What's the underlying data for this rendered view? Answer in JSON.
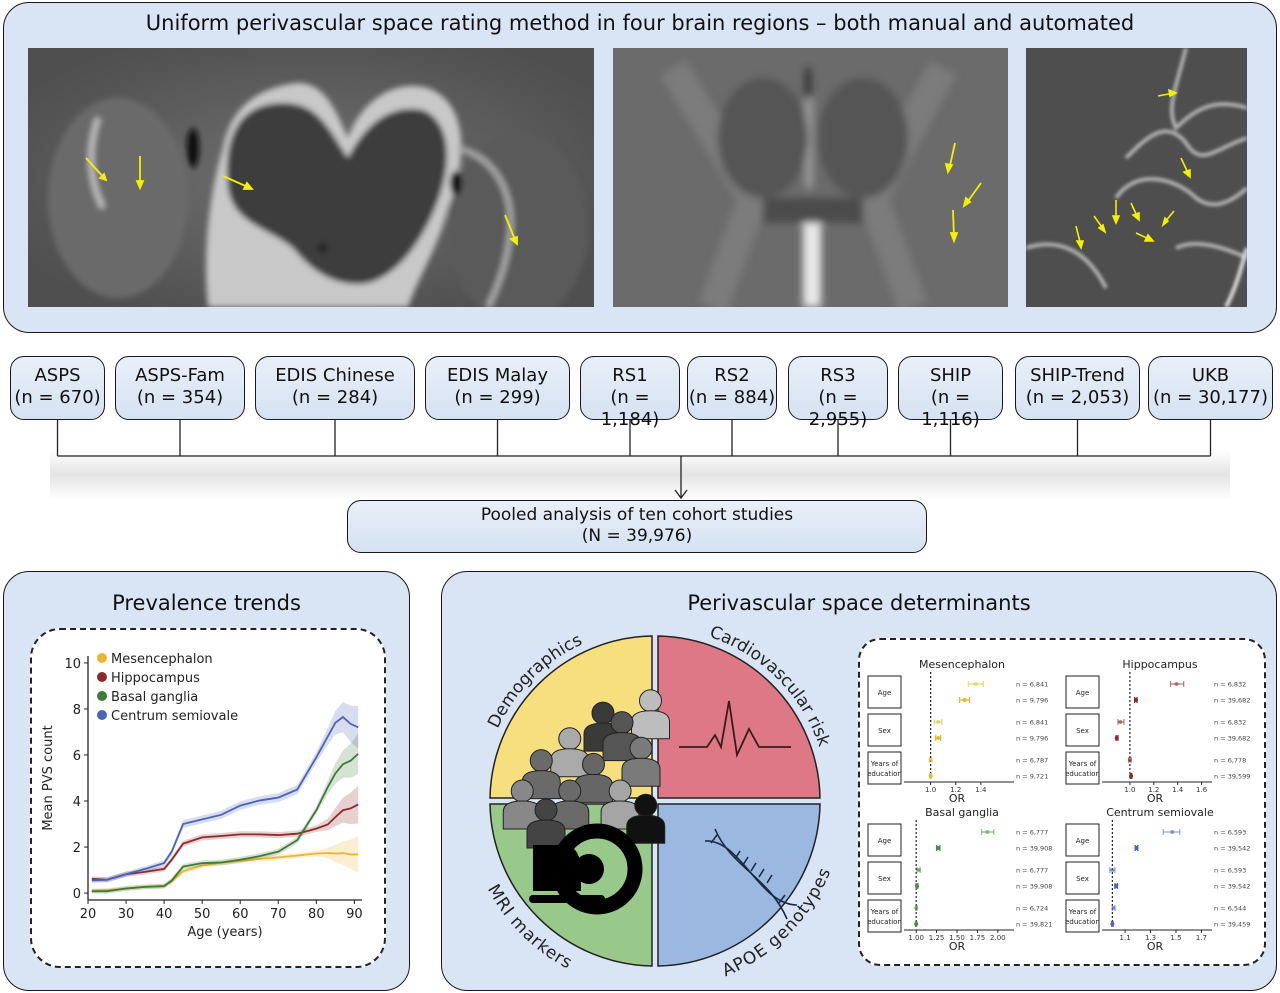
{
  "header": {
    "title": "Uniform perivascular space rating method in four brain regions – both manual and automated"
  },
  "mri_images": [
    {
      "name": "mesencephalon-hippocampus-scan",
      "arrow_count": 4
    },
    {
      "name": "basal-ganglia-scan",
      "arrow_count": 3
    },
    {
      "name": "centrum-semiovale-scan",
      "arrow_count": 8
    }
  ],
  "cohorts": [
    {
      "name": "ASPS",
      "n": "(n = 670)"
    },
    {
      "name": "ASPS-Fam",
      "n": "(n = 354)"
    },
    {
      "name": "EDIS Chinese",
      "n": "(n = 284)"
    },
    {
      "name": "EDIS Malay",
      "n": "(n = 299)"
    },
    {
      "name": "RS1",
      "n": "(n = 1,184)"
    },
    {
      "name": "RS2",
      "n": "(n = 884)"
    },
    {
      "name": "RS3",
      "n": "(n = 2,955)"
    },
    {
      "name": "SHIP",
      "n": "(n = 1,116)"
    },
    {
      "name": "SHIP-Trend",
      "n": "(n = 2,053)"
    },
    {
      "name": "UKB",
      "n": "(n = 30,177)"
    }
  ],
  "pooled": {
    "line1": "Pooled analysis of ten cohort studies",
    "line2": "(N = 39,976)"
  },
  "prevalence": {
    "title": "Prevalence trends"
  },
  "determinants": {
    "title": "Perivascular space determinants",
    "quadrants": [
      {
        "label": "Demographics",
        "color": "#f7df7e",
        "icon": "people-icon"
      },
      {
        "label": "Cardiovascular risk",
        "color": "#de7886",
        "icon": "heartbeat-icon"
      },
      {
        "label": "MRI markers",
        "color": "#99c98a",
        "icon": "mri-scanner-icon"
      },
      {
        "label": "APOE genotypes",
        "color": "#9ab8e0",
        "icon": "dna-icon"
      }
    ]
  },
  "chart_data": [
    {
      "type": "line",
      "title": "",
      "xlabel": "Age (years)",
      "ylabel": "Mean PVS count",
      "xlim": [
        20,
        92
      ],
      "ylim": [
        -0.3,
        10.3
      ],
      "xticks": [
        20,
        30,
        40,
        50,
        60,
        70,
        80,
        90
      ],
      "yticks": [
        0,
        2,
        4,
        6,
        8,
        10
      ],
      "legend_position": "top-left",
      "x": [
        21,
        25,
        30,
        35,
        40,
        42,
        45,
        50,
        55,
        60,
        65,
        70,
        75,
        80,
        83,
        85,
        87,
        89,
        91
      ],
      "series": [
        {
          "name": "Mesencephalon",
          "color": "#f0b52e",
          "values": [
            0.1,
            0.12,
            0.2,
            0.27,
            0.32,
            0.5,
            0.95,
            1.2,
            1.32,
            1.4,
            1.48,
            1.55,
            1.63,
            1.72,
            1.74,
            1.72,
            1.74,
            1.68,
            1.68
          ]
        },
        {
          "name": "Hippocampus",
          "color": "#8b2a2a",
          "values": [
            0.62,
            0.58,
            0.82,
            0.92,
            1.05,
            1.45,
            2.15,
            2.42,
            2.48,
            2.55,
            2.55,
            2.52,
            2.58,
            2.8,
            2.98,
            3.3,
            3.6,
            3.68,
            3.85
          ]
        },
        {
          "name": "Basal ganglia",
          "color": "#3e7a3a",
          "values": [
            0.08,
            0.08,
            0.2,
            0.27,
            0.3,
            0.55,
            1.15,
            1.3,
            1.33,
            1.45,
            1.6,
            1.8,
            2.3,
            3.6,
            4.6,
            5.2,
            5.6,
            5.75,
            6.05
          ]
        },
        {
          "name": "Centrum semiovale",
          "color": "#4a64b8",
          "values": [
            0.55,
            0.58,
            0.82,
            1.05,
            1.3,
            1.8,
            3.0,
            3.2,
            3.4,
            3.8,
            4.02,
            4.15,
            4.5,
            5.9,
            6.8,
            7.4,
            7.65,
            7.35,
            7.2
          ]
        }
      ]
    },
    {
      "type": "forest",
      "title": "Mesencephalon",
      "xlabel": "OR",
      "xticks": [
        1.0,
        1.2,
        1.4
      ],
      "xlim": [
        0.82,
        1.6
      ],
      "color": "#e8b930",
      "rows": [
        {
          "label": "Age",
          "n": [
            "n = 6,841",
            "n = 9,796"
          ],
          "or": [
            1.36,
            1.27
          ],
          "ci": [
            [
              1.3,
              1.42
            ],
            [
              1.23,
              1.31
            ]
          ]
        },
        {
          "label": "Sex",
          "n": [
            "n = 6,841",
            "n = 9,796"
          ],
          "or": [
            1.06,
            1.06
          ],
          "ci": [
            [
              1.03,
              1.09
            ],
            [
              1.04,
              1.08
            ]
          ]
        },
        {
          "label": "Years of education",
          "n": [
            "n = 6,787",
            "n = 9,721"
          ],
          "or": [
            1.0,
            1.0
          ],
          "ci": [
            [
              0.99,
              1.01
            ],
            [
              0.995,
              1.005
            ]
          ]
        }
      ]
    },
    {
      "type": "forest",
      "title": "Hippocampus",
      "xlabel": "OR",
      "xticks": [
        1.0,
        1.2,
        1.4,
        1.6
      ],
      "xlim": [
        0.8,
        1.62
      ],
      "color": "#8b2a2a",
      "rows": [
        {
          "label": "Age",
          "n": [
            "n = 6,832",
            "n = 39,682"
          ],
          "or": [
            1.39,
            1.05
          ],
          "ci": [
            [
              1.34,
              1.45
            ],
            [
              1.04,
              1.06
            ]
          ]
        },
        {
          "label": "Sex",
          "n": [
            "n = 6,832",
            "n = 39,682"
          ],
          "or": [
            0.92,
            0.89
          ],
          "ci": [
            [
              0.9,
              0.95
            ],
            [
              0.885,
              0.9
            ]
          ]
        },
        {
          "label": "Years of education",
          "n": [
            "n = 6,778",
            "n = 39,599"
          ],
          "or": [
            1.0,
            1.01
          ],
          "ci": [
            [
              0.99,
              1.01
            ],
            [
              1.005,
              1.015
            ]
          ]
        }
      ]
    },
    {
      "type": "forest",
      "title": "Basal ganglia",
      "xlabel": "OR",
      "xticks": [
        1.0,
        1.25,
        1.5,
        1.75,
        2.0
      ],
      "xlim": [
        0.9,
        2.1
      ],
      "color": "#4a8a43",
      "rows": [
        {
          "label": "Age",
          "n": [
            "n = 6,777",
            "n = 39,908"
          ],
          "or": [
            1.87,
            1.27
          ],
          "ci": [
            [
              1.8,
              1.95
            ],
            [
              1.25,
              1.29
            ]
          ]
        },
        {
          "label": "Sex",
          "n": [
            "n = 6,777",
            "n = 39,908"
          ],
          "or": [
            1.03,
            1.01
          ],
          "ci": [
            [
              1.01,
              1.05
            ],
            [
              1.0,
              1.02
            ]
          ]
        },
        {
          "label": "Years of education",
          "n": [
            "n = 6,724",
            "n = 39,821"
          ],
          "or": [
            1.0,
            1.0
          ],
          "ci": [
            [
              0.995,
              1.01
            ],
            [
              0.995,
              1.005
            ]
          ]
        }
      ]
    },
    {
      "type": "forest",
      "title": "Centrum semiovale",
      "xlabel": "OR",
      "xticks": [
        1.1,
        1.3,
        1.5,
        1.7
      ],
      "xlim": [
        0.95,
        1.72
      ],
      "color": "#4a64b8",
      "rows": [
        {
          "label": "Age",
          "n": [
            "n = 6,593",
            "n = 39,542"
          ],
          "or": [
            1.47,
            1.19
          ],
          "ci": [
            [
              1.4,
              1.53
            ],
            [
              1.18,
              1.2
            ]
          ]
        },
        {
          "label": "Sex",
          "n": [
            "n = 6,593",
            "n = 39,542"
          ],
          "or": [
            1.0,
            1.03
          ],
          "ci": [
            [
              0.98,
              1.02
            ],
            [
              1.02,
              1.04
            ]
          ]
        },
        {
          "label": "Years of education",
          "n": [
            "n = 6,544",
            "n = 39,459"
          ],
          "or": [
            1.01,
            1.0
          ],
          "ci": [
            [
              1.0,
              1.02
            ],
            [
              0.995,
              1.005
            ]
          ]
        }
      ]
    }
  ]
}
